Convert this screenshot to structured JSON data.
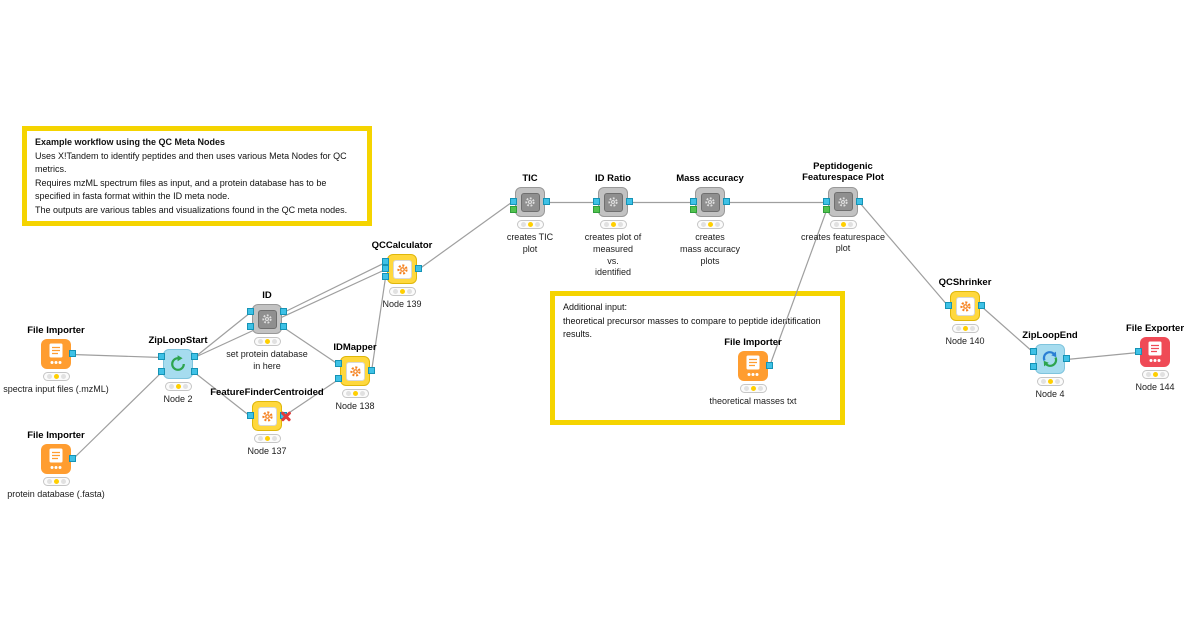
{
  "canvas": {
    "background": "#ffffff"
  },
  "colors": {
    "annotation_border": "#f5d400",
    "wire": "#9f9f9f",
    "node_yellow": "#ffd83d",
    "node_cyan": "#a6dcef",
    "node_orange": "#ff9d30",
    "node_red": "#ef4a56",
    "node_gray": "#c2c2c2",
    "port_data": "#3ec1e6",
    "port_green": "#52c24e",
    "status_configured": "#ffcf00",
    "error_red": "#e23b3b"
  },
  "annotations": [
    {
      "title": "Example workflow using the QC Meta Nodes",
      "body": "Uses X!Tandem to identify peptides and then uses various Meta Nodes for QC\nmetrics.\nRequires mzML spectrum files as input, and a protein database has to be\nspecified in fasta format within the ID meta node.\nThe outputs are various tables and visualizations found in the QC meta nodes."
    },
    {
      "title": "",
      "body": "Additional input:\ntheoretical precursor masses to compare to peptide identification\nresults."
    }
  ],
  "nodes": [
    {
      "id": "file-importer-spectra",
      "title": "File Importer",
      "caption": "spectra input files (.mzML)",
      "type": "importer",
      "icon": "document-import-icon",
      "status": "configured"
    },
    {
      "id": "ziploop-start",
      "title": "ZipLoopStart",
      "caption": "Node 2",
      "type": "loop-start",
      "icon": "recycle-loop-icon",
      "status": "configured"
    },
    {
      "id": "file-importer-fasta",
      "title": "File Importer",
      "caption": "protein database (.fasta)",
      "type": "importer",
      "icon": "document-import-icon",
      "status": "configured"
    },
    {
      "id": "id-metanode",
      "title": "ID",
      "caption": "set protein database\nin here",
      "type": "metanode",
      "icon": "metanode-icon",
      "status": "configured"
    },
    {
      "id": "feature-finder-centroided",
      "title": "FeatureFinderCentroided",
      "caption": "Node 137",
      "type": "tool",
      "icon": "gear-icon",
      "status": "configured",
      "has_error": true
    },
    {
      "id": "id-mapper",
      "title": "IDMapper",
      "caption": "Node 138",
      "type": "tool",
      "icon": "gear-icon",
      "status": "configured"
    },
    {
      "id": "qc-calculator",
      "title": "QCCalculator",
      "caption": "Node 139",
      "type": "tool",
      "icon": "gear-icon",
      "status": "configured"
    },
    {
      "id": "tic",
      "title": "TIC",
      "caption": "creates TIC\nplot",
      "type": "metanode",
      "icon": "metanode-icon",
      "status": "configured"
    },
    {
      "id": "id-ratio",
      "title": "ID Ratio",
      "caption": "creates plot of\nmeasured\nvs.\nidentified",
      "type": "metanode",
      "icon": "metanode-icon",
      "status": "configured"
    },
    {
      "id": "mass-accuracy",
      "title": "Mass accuracy",
      "caption": "creates\nmass accuracy\nplots",
      "type": "metanode",
      "icon": "metanode-icon",
      "status": "configured"
    },
    {
      "id": "peptidogenic-featurespace-plot",
      "title": "Peptidogenic\nFeaturespace Plot",
      "caption": "creates featurespace\nplot",
      "type": "metanode",
      "icon": "metanode-icon",
      "status": "configured"
    },
    {
      "id": "file-importer-theoretical",
      "title": "File Importer",
      "caption": "theoretical masses txt",
      "type": "importer",
      "icon": "document-import-icon",
      "status": "configured"
    },
    {
      "id": "qc-shrinker",
      "title": "QCShrinker",
      "caption": "Node 140",
      "type": "tool",
      "icon": "gear-icon",
      "status": "configured"
    },
    {
      "id": "ziploop-end",
      "title": "ZipLoopEnd",
      "caption": "Node 4",
      "type": "loop-end",
      "icon": "sync-arrows-icon",
      "status": "configured"
    },
    {
      "id": "file-exporter",
      "title": "File Exporter",
      "caption": "Node 144",
      "type": "exporter",
      "icon": "document-export-icon",
      "status": "configured"
    }
  ]
}
